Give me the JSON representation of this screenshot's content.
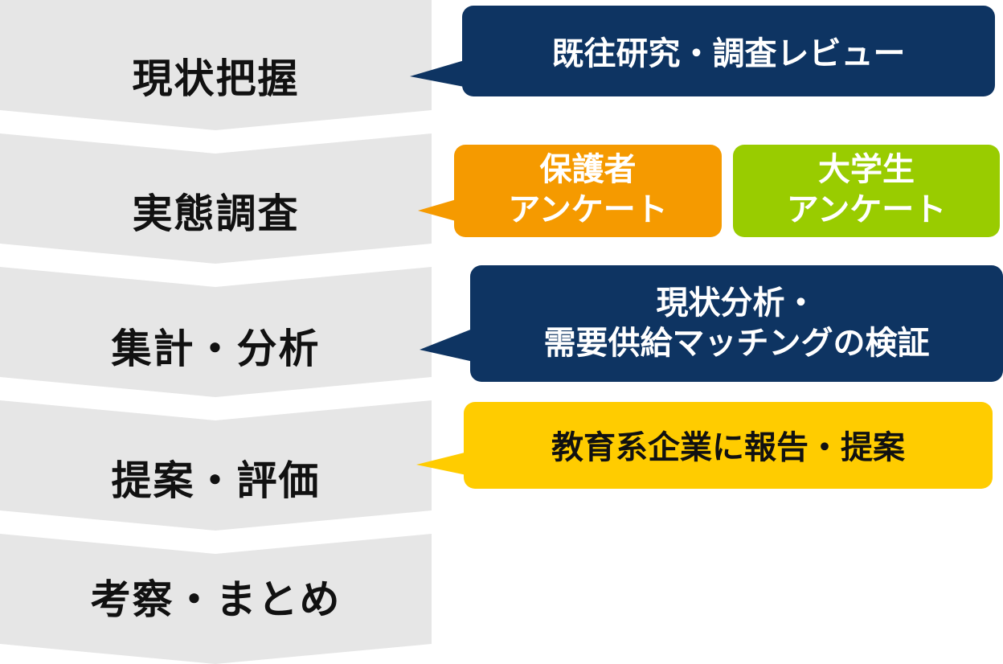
{
  "colors": {
    "chevron": "#e6e6e6",
    "navy": "#0e3462",
    "orange": "#f59a00",
    "green": "#99cc00",
    "yellow": "#ffcc00"
  },
  "steps": [
    {
      "label": "現状把握"
    },
    {
      "label": "実態調査"
    },
    {
      "label": "集計・分析"
    },
    {
      "label": "提案・評価"
    },
    {
      "label": "考察・まとめ"
    }
  ],
  "callouts": {
    "review": {
      "text": "既往研究・調査レビュー"
    },
    "parent_survey": {
      "line1": "保護者",
      "line2": "アンケート"
    },
    "student_survey": {
      "line1": "大学生",
      "line2": "アンケート"
    },
    "analysis": {
      "line1": "現状分析・",
      "line2": "需要供給マッチングの検証"
    },
    "proposal": {
      "text": "教育系企業に報告・提案"
    }
  }
}
